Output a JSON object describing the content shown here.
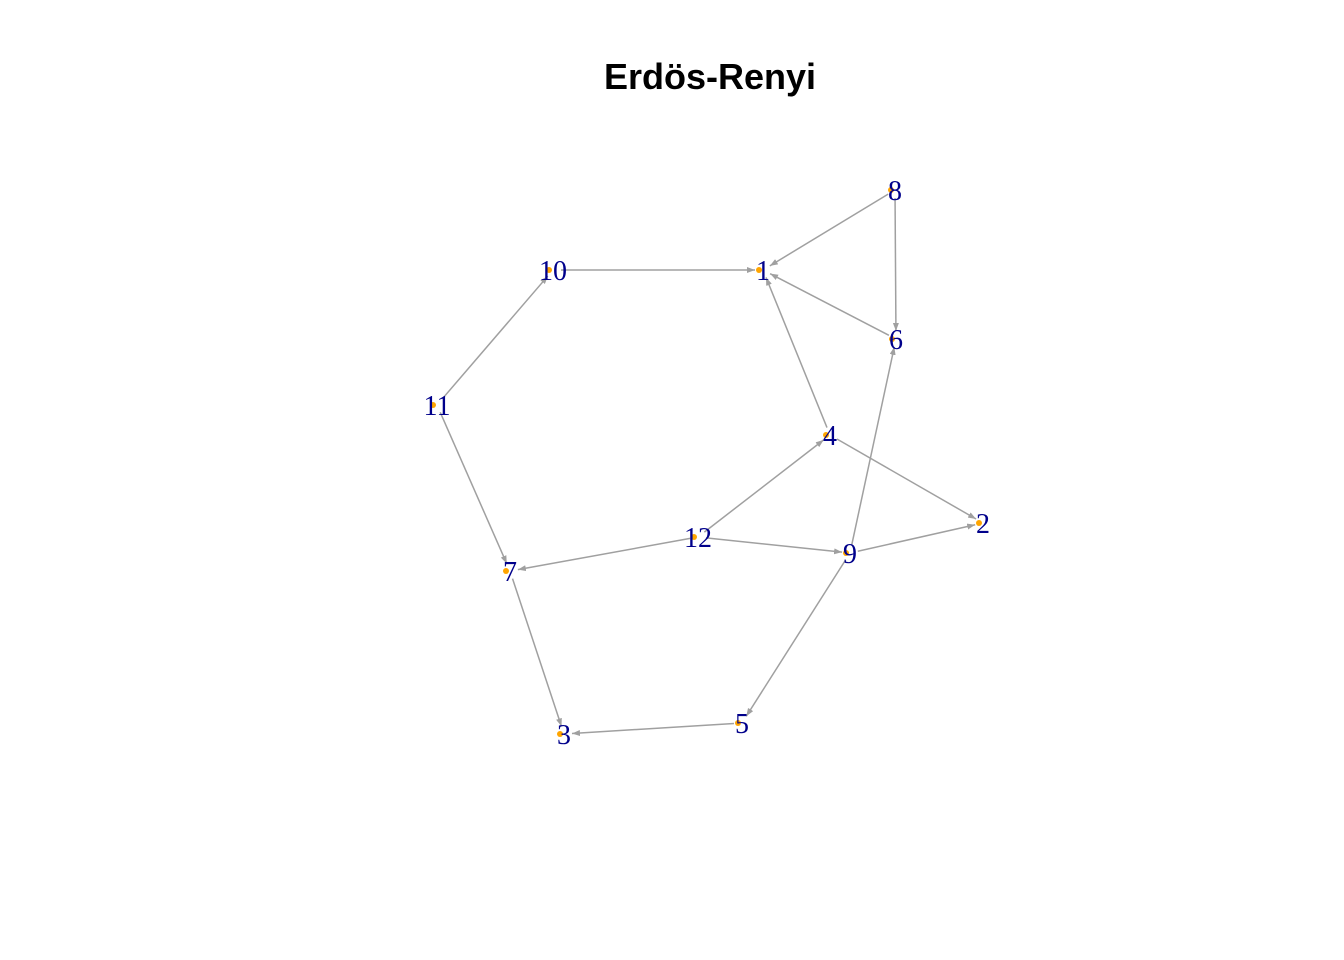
{
  "title": "Erdös-Renyi",
  "colors": {
    "edge": "#a0a0a0",
    "vertex": "#ffa500",
    "label": "#00008b"
  },
  "nodes": [
    {
      "id": "1",
      "label": "1"
    },
    {
      "id": "2",
      "label": "2"
    },
    {
      "id": "3",
      "label": "3"
    },
    {
      "id": "4",
      "label": "4"
    },
    {
      "id": "5",
      "label": "5"
    },
    {
      "id": "6",
      "label": "6"
    },
    {
      "id": "7",
      "label": "7"
    },
    {
      "id": "8",
      "label": "8"
    },
    {
      "id": "9",
      "label": "9"
    },
    {
      "id": "10",
      "label": "10"
    },
    {
      "id": "11",
      "label": "11"
    },
    {
      "id": "12",
      "label": "12"
    }
  ],
  "edges": [
    {
      "from": "10",
      "to": "1"
    },
    {
      "from": "8",
      "to": "1"
    },
    {
      "from": "8",
      "to": "6"
    },
    {
      "from": "6",
      "to": "1"
    },
    {
      "from": "4",
      "to": "1"
    },
    {
      "from": "11",
      "to": "10"
    },
    {
      "from": "11",
      "to": "7"
    },
    {
      "from": "12",
      "to": "4"
    },
    {
      "from": "12",
      "to": "7"
    },
    {
      "from": "12",
      "to": "9"
    },
    {
      "from": "4",
      "to": "2"
    },
    {
      "from": "9",
      "to": "2"
    },
    {
      "from": "9",
      "to": "6"
    },
    {
      "from": "9",
      "to": "5"
    },
    {
      "from": "7",
      "to": "3"
    },
    {
      "from": "5",
      "to": "3"
    }
  ]
}
